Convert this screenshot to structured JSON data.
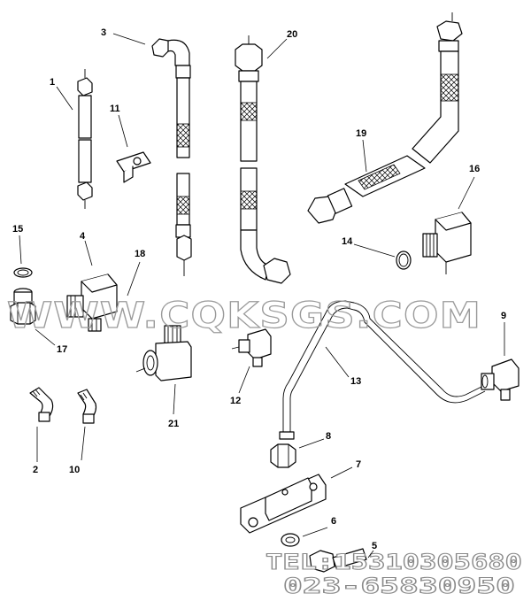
{
  "callouts": {
    "c1": "1",
    "c2": "2",
    "c3": "3",
    "c4": "4",
    "c5": "5",
    "c6": "6",
    "c7": "7",
    "c8": "8",
    "c9": "9",
    "c10": "10",
    "c11": "11",
    "c12": "12",
    "c13": "13",
    "c14": "14",
    "c15": "15",
    "c16": "16",
    "c17": "17",
    "c18": "18",
    "c19": "19",
    "c20": "20",
    "c21": "21"
  },
  "watermark": {
    "site": "WWW.CQKSGS.COM",
    "phone": "TEL:15310305680",
    "fax": "023-65830950"
  },
  "colors": {
    "line": "#000000",
    "watermark": "#9a9a9a",
    "background": "#ffffff"
  }
}
